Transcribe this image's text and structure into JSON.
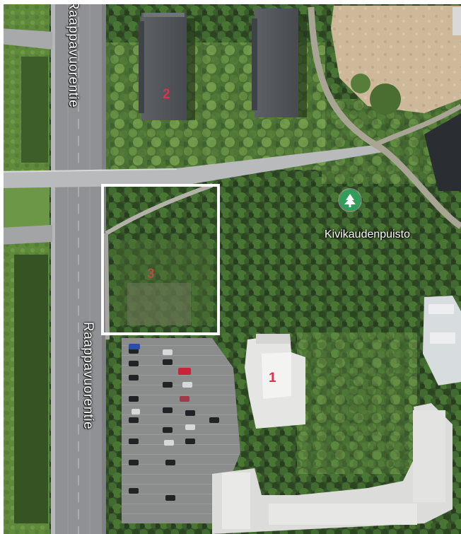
{
  "map": {
    "roads": [
      {
        "id": "raappavuorentie-north",
        "label": "Raappavuorentie"
      },
      {
        "id": "raappavuorentie-south",
        "label": "Raappavuorentie"
      }
    ],
    "poi": {
      "name": "Kivikaudenpuisto",
      "icon": "park-tree-icon",
      "pin_color": "#2e9e59"
    },
    "markers": [
      {
        "id": "1",
        "label": "1"
      },
      {
        "id": "2",
        "label": "2"
      },
      {
        "id": "3",
        "label": "3"
      }
    ],
    "highlight": {
      "label": "3",
      "color": "#ffffff"
    },
    "colors": {
      "marker_text": "#e0314a",
      "road_label": "#ffffff",
      "vegetation": "#2f4a26"
    }
  }
}
